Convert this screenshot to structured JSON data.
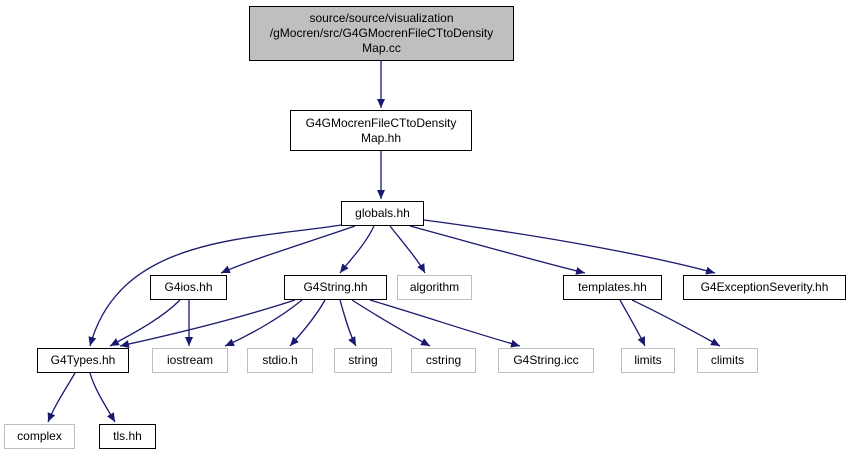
{
  "colors": {
    "edge": "#191970",
    "root_fill": "#bfbfbf",
    "external_border": "#bfbfbf",
    "node_border": "#000000"
  },
  "nodes": {
    "root": "source/source/visualization\n/gMocren/src/G4GMocrenFileCTtoDensity\nMap.cc",
    "mapheader": "G4GMocrenFileCTtoDensity\nMap.hh",
    "globals": "globals.hh",
    "g4ios": "G4ios.hh",
    "g4string": "G4String.hh",
    "algorithm": "algorithm",
    "templates": "templates.hh",
    "exception": "G4ExceptionSeverity.hh",
    "g4types": "G4Types.hh",
    "iostream": "iostream",
    "stdio": "stdio.h",
    "string": "string",
    "cstring": "cstring",
    "g4stringicc": "G4String.icc",
    "limits": "limits",
    "climits": "climits",
    "complex": "complex",
    "tls": "tls.hh"
  }
}
